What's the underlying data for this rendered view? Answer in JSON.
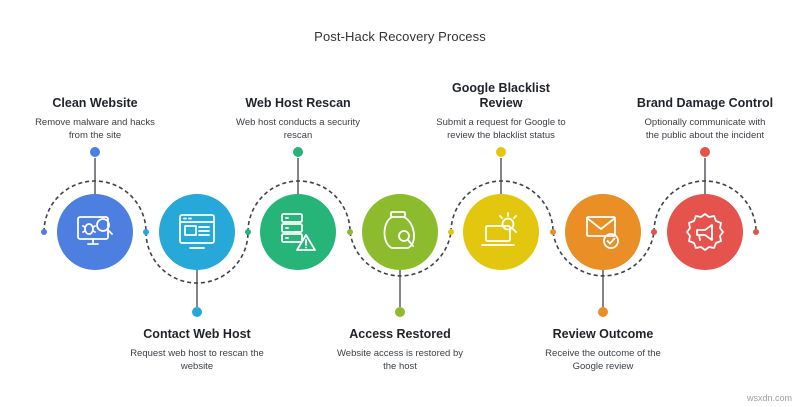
{
  "title": "Post-Hack Recovery Process",
  "steps": [
    {
      "title": "Clean Website",
      "desc_1": "Remove malware and hacks",
      "desc_2": "from the site",
      "color": "#4c7fe0",
      "icon": "bug-magnifier-icon"
    },
    {
      "title": "Contact Web Host",
      "desc_1": "Request web host to rescan the",
      "desc_2": "website",
      "color": "#26a9d9",
      "icon": "browser-window-icon"
    },
    {
      "title": "Web Host Rescan",
      "desc_1": "Web host conducts a security",
      "desc_2": "rescan",
      "color": "#27b478",
      "icon": "server-warning-icon"
    },
    {
      "title": "Access Restored",
      "desc_1": "Website access is restored by",
      "desc_2": "the host",
      "color": "#8cbc2e",
      "icon": "jar-inspect-icon"
    },
    {
      "title_1": "Google Blacklist",
      "title_2": "Review",
      "desc_1": "Submit a request for Google to",
      "desc_2": "review the blacklist status",
      "color": "#e3c70e",
      "icon": "laptop-search-icon"
    },
    {
      "title": "Review Outcome",
      "desc_1": "Receive the outcome of the",
      "desc_2": "Google review",
      "color": "#ea8f26",
      "icon": "mail-check-icon"
    },
    {
      "title": "Brand Damage Control",
      "desc_1": "Optionally communicate with",
      "desc_2": "the public about the incident",
      "color": "#e5534d",
      "icon": "megaphone-badge-icon"
    }
  ],
  "watermark": "wsxdn.com"
}
